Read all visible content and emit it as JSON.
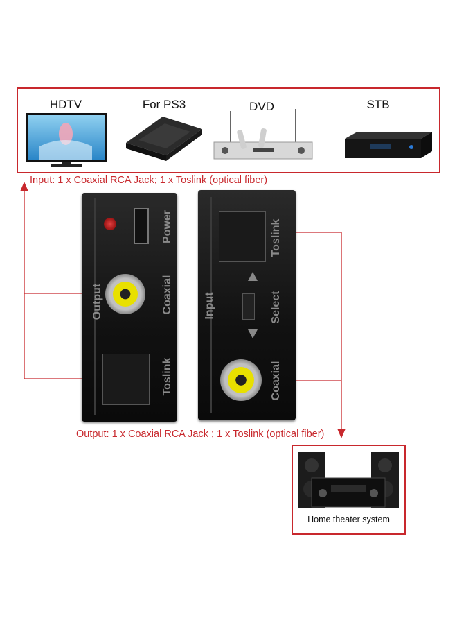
{
  "sources": [
    {
      "label": "HDTV",
      "icon": "hdtv-icon"
    },
    {
      "label": "For PS3",
      "icon": "ps3-icon"
    },
    {
      "label": "DVD",
      "icon": "dvd-player-icon"
    },
    {
      "label": "STB",
      "icon": "set-top-box-icon"
    }
  ],
  "input_text": "Input: 1 x Coaxial RCA Jack; 1 x Toslink (optical fiber)",
  "output_text": "Output: 1 x Coaxial RCA Jack ; 1 x Toslink (optical fiber)",
  "left_device": {
    "section_label": "Output",
    "power_label": "Power",
    "coaxial_label": "Coaxial",
    "toslink_label": "Toslink"
  },
  "right_device": {
    "section_label": "Input",
    "toslink_label": "Toslink",
    "select_label": "Select",
    "coaxial_label": "Coaxial"
  },
  "home_theater_label": "Home theater system",
  "colors": {
    "accent": "#c8282d",
    "rca_yellow": "#e8e000"
  }
}
